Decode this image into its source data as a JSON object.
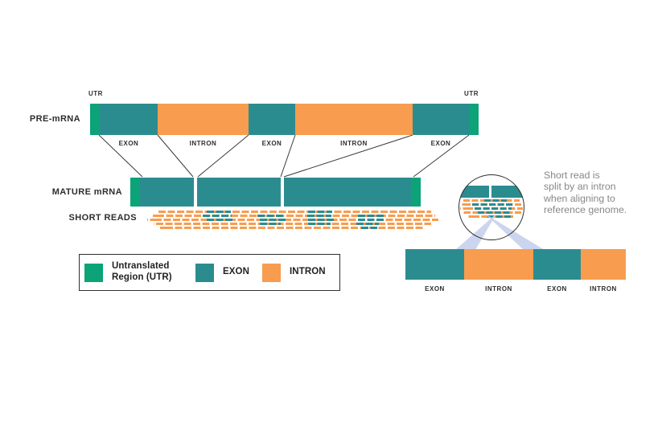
{
  "colors": {
    "utr": "#0BA377",
    "exon": "#2B8C90",
    "intron": "#F89C4F",
    "beam": "#CBD5EE",
    "ink": "#2E2E2E",
    "note": "#85878A",
    "line": "#3A3A3A",
    "border": "#2F2F2F"
  },
  "pre_mrna": {
    "label": "PRE-mRNA",
    "utr_label_left": "UTR",
    "utr_label_right": "UTR",
    "segments": [
      {
        "type": "UTR",
        "w": 12,
        "label": ""
      },
      {
        "type": "EXON",
        "w": 72,
        "label": "EXON"
      },
      {
        "type": "INTRON",
        "w": 113,
        "label": "INTRON"
      },
      {
        "type": "EXON",
        "w": 58,
        "label": "EXON"
      },
      {
        "type": "INTRON",
        "w": 146,
        "label": "INTRON"
      },
      {
        "type": "EXON",
        "w": 70,
        "label": "EXON"
      },
      {
        "type": "UTR",
        "w": 12,
        "label": ""
      }
    ]
  },
  "mature_mrna": {
    "label": "MATURE mRNA",
    "segments": [
      {
        "type": "UTR",
        "w": 12
      },
      {
        "type": "EXON",
        "w": 67
      },
      {
        "type": "GAP",
        "w": 4
      },
      {
        "type": "EXON",
        "w": 104
      },
      {
        "type": "GAP",
        "w": 4
      },
      {
        "type": "EXON",
        "w": 158
      },
      {
        "type": "UTR",
        "w": 12
      }
    ]
  },
  "short_reads": {
    "label": "SHORT READS"
  },
  "legend": {
    "items": [
      {
        "swatch": "UTR",
        "label": "Untranslated Region (UTR)"
      },
      {
        "swatch": "EXON",
        "label": "EXON"
      },
      {
        "swatch": "INTRON",
        "label": "INTRON"
      }
    ]
  },
  "callout": {
    "note_lines": [
      "Short read is",
      "split by an intron",
      "when aligning to",
      "reference genome."
    ]
  },
  "genome_bar": {
    "segments": [
      {
        "type": "EXON",
        "w": 73,
        "label": "EXON"
      },
      {
        "type": "INTRON",
        "w": 86,
        "label": "INTRON"
      },
      {
        "type": "EXON",
        "w": 59,
        "label": "EXON"
      },
      {
        "type": "INTRON",
        "w": 56,
        "label": "INTRON"
      }
    ]
  }
}
